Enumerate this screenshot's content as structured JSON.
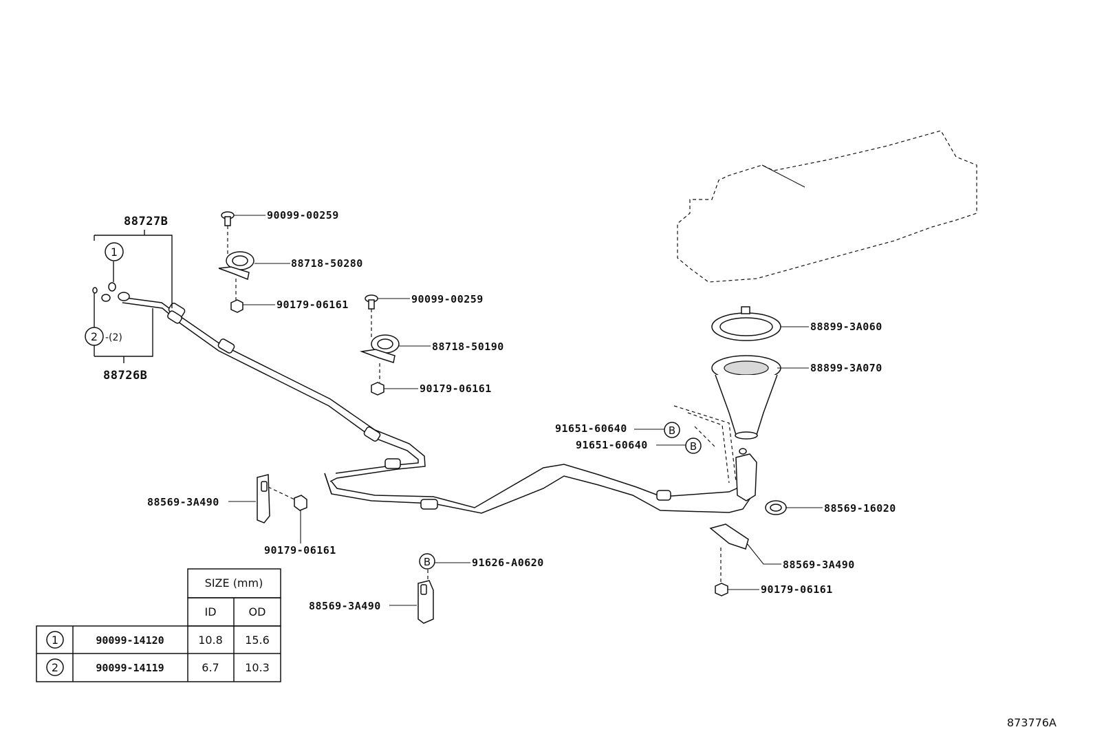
{
  "callouts": {
    "p88727B": "88727B",
    "p88726B": "88726B",
    "p90099_00259_a": "90099-00259",
    "p88718_50280": "88718-50280",
    "p90179_06161_a": "90179-06161",
    "p90099_00259_b": "90099-00259",
    "p88718_50190": "88718-50190",
    "p90179_06161_b": "90179-06161",
    "p88899_3A060": "88899-3A060",
    "p88899_3A070": "88899-3A070",
    "p91651_60640_a": "91651-60640",
    "p91651_60640_b": "91651-60640",
    "p88569_3A490_a": "88569-3A490",
    "p90179_06161_c": "90179-06161",
    "p88569_16020": "88569-16020",
    "p88569_3A490_b": "88569-3A490",
    "p91626_A0620": "91626-A0620",
    "p90179_06161_d": "90179-06161",
    "p88569_3A490_c": "88569-3A490"
  },
  "markers": {
    "one": "1",
    "two": "2",
    "two_qty": "-(2)",
    "b1": "B",
    "b2": "B",
    "b3": "B"
  },
  "table": {
    "header_size": "SIZE (mm)",
    "header_id": "ID",
    "header_od": "OD",
    "rows": [
      {
        "ref": "1",
        "part": "90099-14120",
        "id": "10.8",
        "od": "15.6"
      },
      {
        "ref": "2",
        "part": "90099-14119",
        "id": "6.7",
        "od": "10.3"
      }
    ]
  },
  "figure_id": "873776A"
}
